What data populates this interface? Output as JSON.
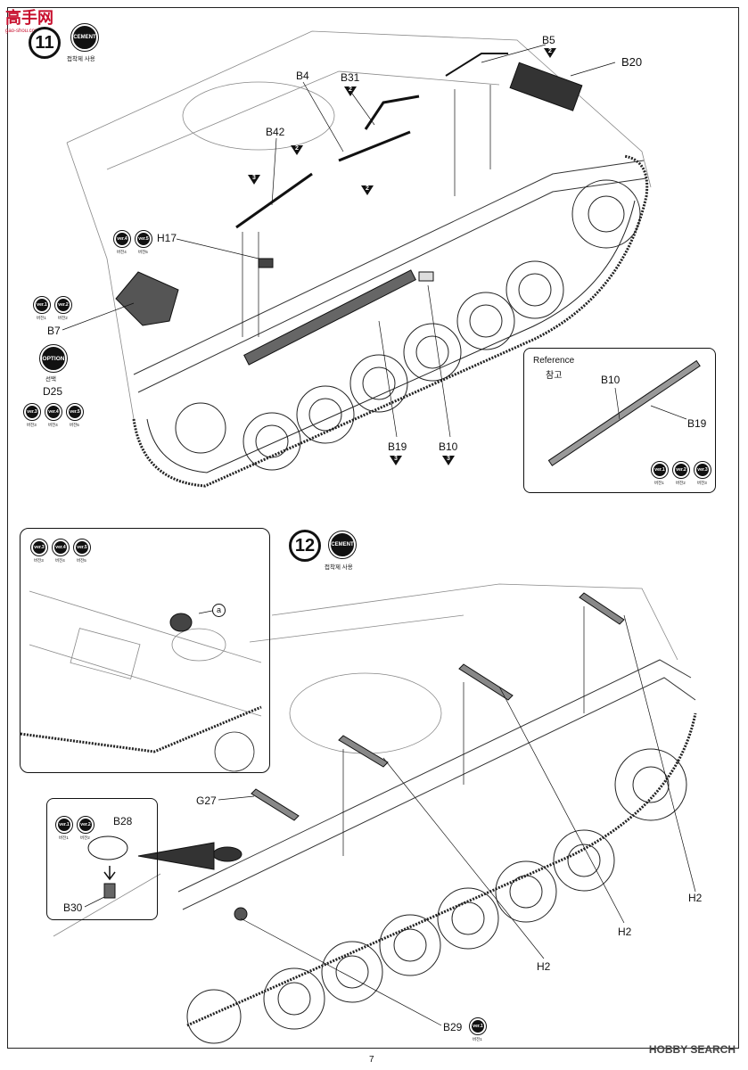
{
  "site_logo": {
    "text": "高手网",
    "sub": "gao-shou.com"
  },
  "step11": {
    "number": "11",
    "cement": "CEMENT",
    "cement_ko": "접착제 사용",
    "parts": {
      "B5": "B5",
      "B5_qty": "2",
      "B20": "B20",
      "B4": "B4",
      "B31": "B31",
      "B31_qty": "2",
      "B42": "B42",
      "qty2a": "2",
      "qty3a": "3",
      "qty2b": "2",
      "H17": "H17",
      "B7": "B7",
      "D25": "D25",
      "B19": "B19",
      "B19_qty": "3",
      "B10": "B10",
      "B10_qty": "3"
    },
    "h17_versions": [
      {
        "tag": "ver.4",
        "ko": "버전4"
      },
      {
        "tag": "ver.5",
        "ko": "버전5"
      }
    ],
    "b7_versions": [
      {
        "tag": "ver.1",
        "ko": "버전1"
      },
      {
        "tag": "ver.2",
        "ko": "버전2"
      }
    ],
    "option": "OPTION",
    "option_ko": "선택",
    "d25_versions": [
      {
        "tag": "ver.3",
        "ko": "버전3"
      },
      {
        "tag": "ver.4",
        "ko": "버전4"
      },
      {
        "tag": "ver.5",
        "ko": "버전5"
      }
    ],
    "reference": {
      "title": "Reference",
      "title_ko": "참고",
      "B10": "B10",
      "B19": "B19",
      "versions": [
        {
          "tag": "ver.1",
          "ko": "버전1"
        },
        {
          "tag": "ver.2",
          "ko": "버전2"
        },
        {
          "tag": "ver.3",
          "ko": "버전3"
        }
      ]
    }
  },
  "step12": {
    "number": "12",
    "cement": "CEMENT",
    "cement_ko": "접착제 사용",
    "detail_versions": [
      {
        "tag": "ver.3",
        "ko": "버전3"
      },
      {
        "tag": "ver.4",
        "ko": "버전4"
      },
      {
        "tag": "ver.5",
        "ko": "버전5"
      }
    ],
    "marker_a": "a",
    "parts": {
      "G27": "G27",
      "B28": "B28",
      "B30": "B30",
      "B29": "B29",
      "H2_a": "H2",
      "H2_b": "H2",
      "H2_c": "H2"
    },
    "b28_versions": [
      {
        "tag": "ver.1",
        "ko": "버전1"
      },
      {
        "tag": "ver.2",
        "ko": "버전2"
      }
    ],
    "b29_version": {
      "tag": "ver.1",
      "ko": "버전1"
    }
  },
  "footer": {
    "page": "7",
    "watermark": "HOBBY SEARCH"
  }
}
